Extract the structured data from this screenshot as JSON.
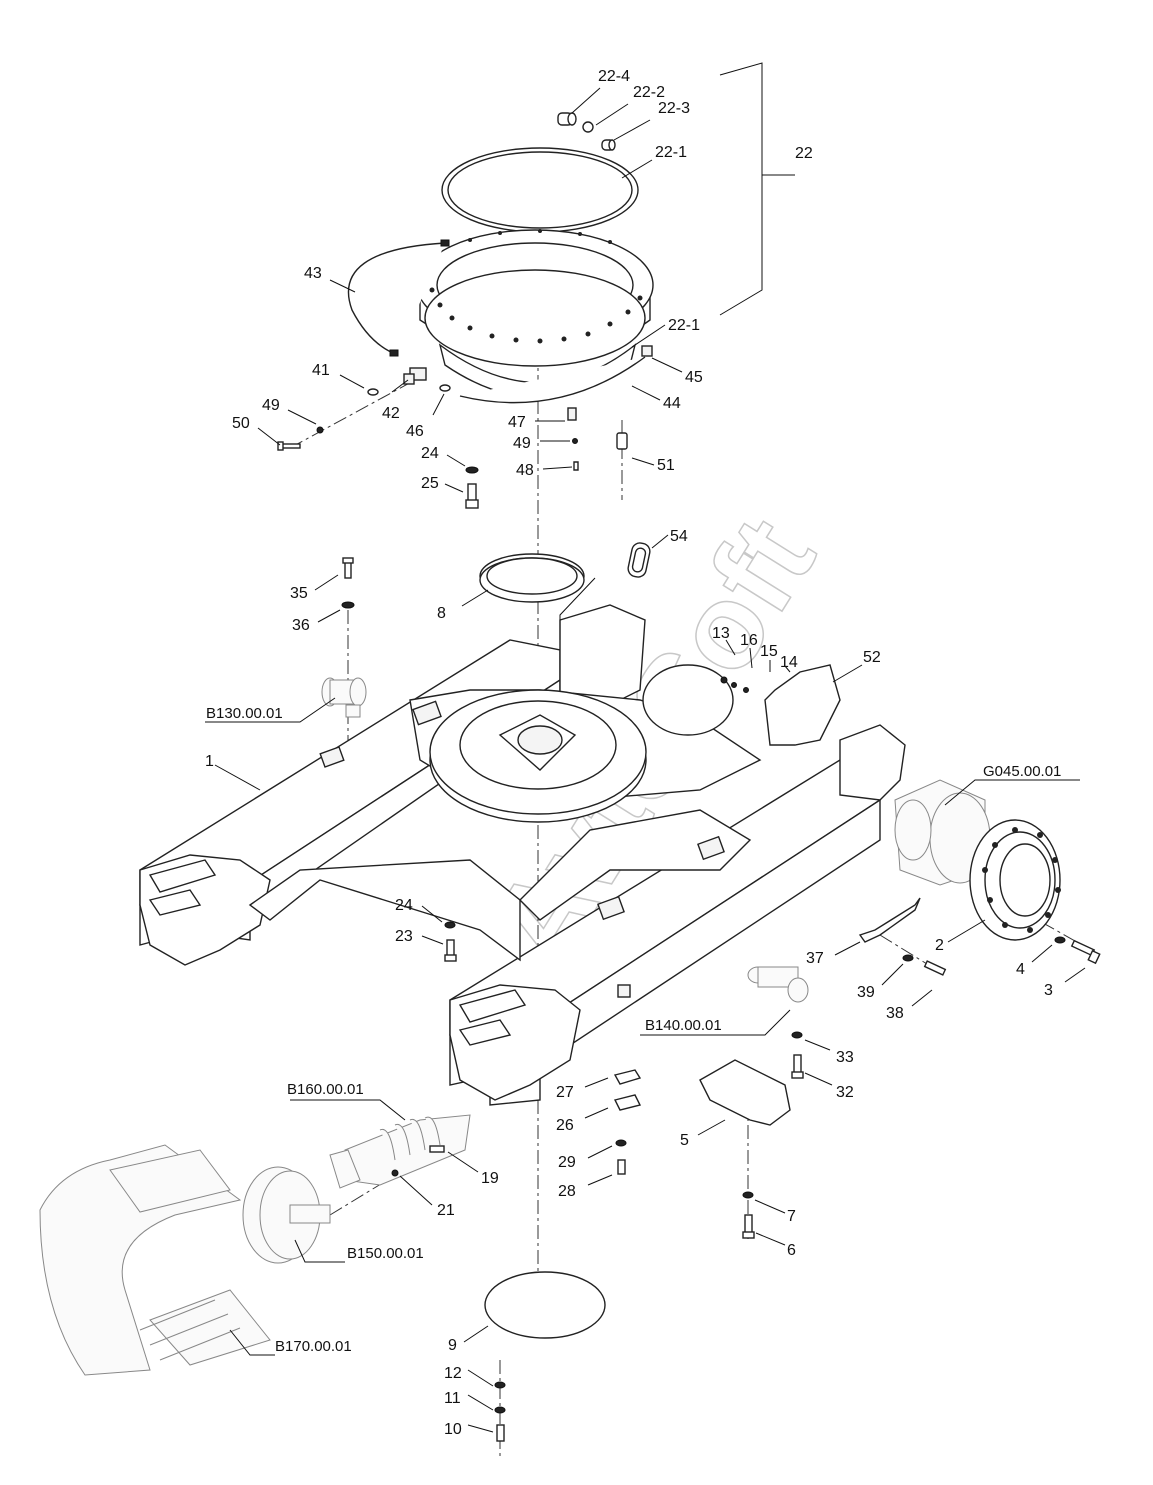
{
  "watermark": "AvtoSoft",
  "callouts": {
    "c22_4": "22-4",
    "c22_2": "22-2",
    "c22_3": "22-3",
    "c22_1a": "22-1",
    "c22": "22",
    "c22_1b": "22-1",
    "c43": "43",
    "c41": "41",
    "c42": "42",
    "c49a": "49",
    "c50": "50",
    "c46": "46",
    "c24a": "24",
    "c25": "25",
    "c47": "47",
    "c49b": "49",
    "c48": "48",
    "c51": "51",
    "c44": "44",
    "c45": "45",
    "c54": "54",
    "c8": "8",
    "c35": "35",
    "c36": "36",
    "c13": "13",
    "c16": "16",
    "c15": "15",
    "c14": "14",
    "c52": "52",
    "c1": "1",
    "c24b": "24",
    "c23": "23",
    "c37": "37",
    "c2": "2",
    "c4": "4",
    "c3": "3",
    "c39": "39",
    "c38": "38",
    "c33": "33",
    "c32": "32",
    "c27": "27",
    "c26": "26",
    "c5": "5",
    "c29": "29",
    "c28": "28",
    "c19": "19",
    "c21": "21",
    "c7": "7",
    "c6": "6",
    "c9": "9",
    "c12": "12",
    "c11": "11",
    "c10": "10"
  },
  "refs": {
    "r130": "B130.00.01",
    "g045": "G045.00.01",
    "r140": "B140.00.01",
    "r160": "B160.00.01",
    "r150": "B150.00.01",
    "r170": "B170.00.01"
  }
}
